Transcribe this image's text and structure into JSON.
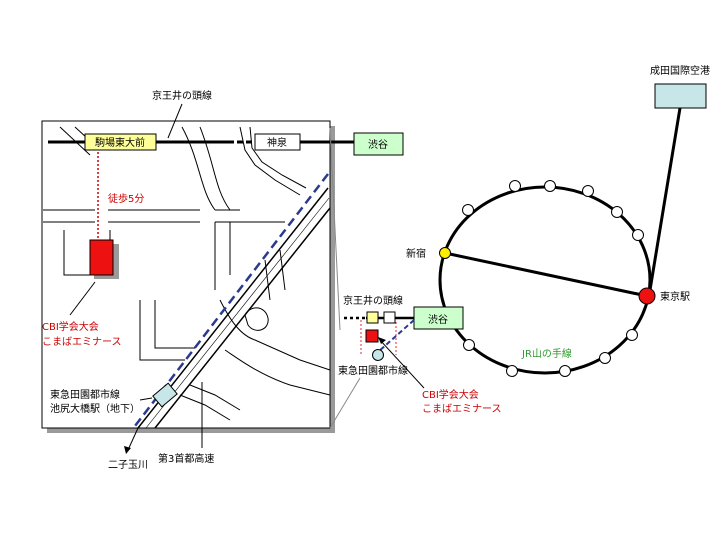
{
  "detail_map": {
    "keio_line": "京王井の頭線",
    "station_komaba": "駒場東大前",
    "station_shinsen": "神泉",
    "station_shibuya": "渋谷",
    "walk": "徒歩5分",
    "venue_line1": "CBI学会大会",
    "venue_line2": "こまばエミナース",
    "tokyu_line1": "東急田園都市線",
    "tokyu_line2": "池尻大橋駅（地下）",
    "futako": "二子玉川",
    "expressway": "第3首都高速"
  },
  "overview": {
    "keio_line": "京王井の頭線",
    "shibuya": "渋谷",
    "tokyu_line": "東急田園都市線",
    "venue_line1": "CBI学会大会",
    "venue_line2": "こまばエミナース",
    "shinjuku": "新宿",
    "tokyo_station": "東京駅",
    "yamanote": "JR山の手線",
    "narita": "成田国際空港"
  },
  "colors": {
    "venue": "#ee1111",
    "station_label_bg": "#ffff99",
    "shibuya_bg": "#ccffcc",
    "airport_bg": "#c6e6e8",
    "tokyu_line": "#2b3a8f",
    "walk_route": "#cc0000",
    "yamanote_label": "#2e9a2e"
  }
}
